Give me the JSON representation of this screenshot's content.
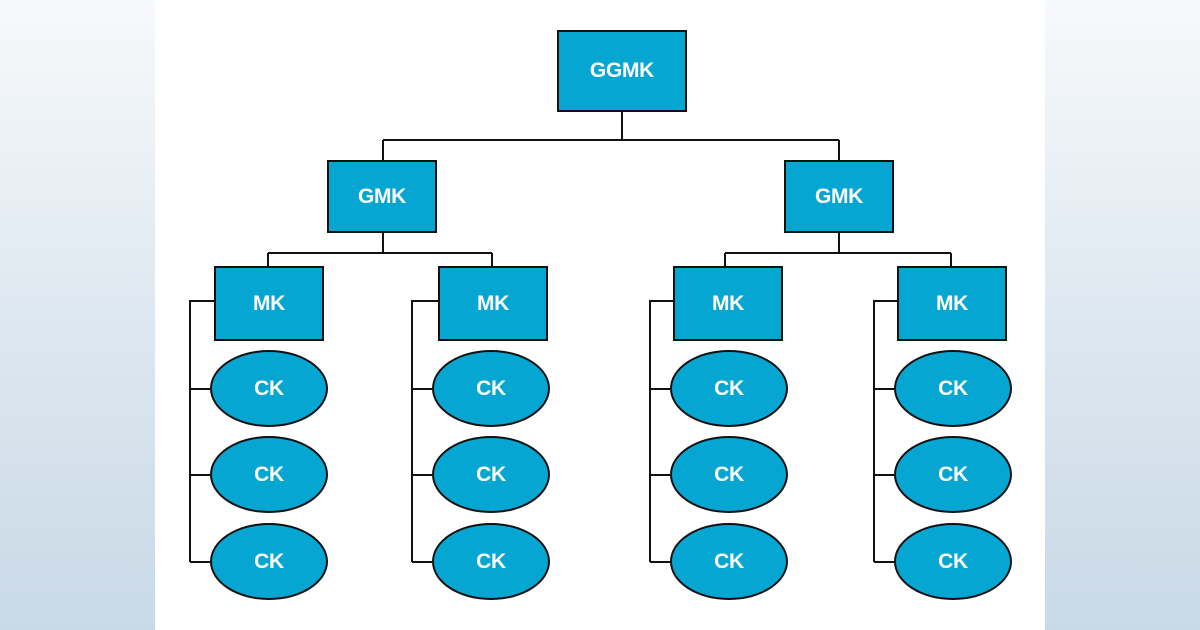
{
  "colors": {
    "node_fill": "#06a6d3",
    "node_border": "#111111",
    "connector": "#111111",
    "label": "#ffffff",
    "canvas": "#ffffff"
  },
  "hierarchy": {
    "root": {
      "label": "GGMK",
      "children": [
        {
          "label": "GMK",
          "children": [
            {
              "label": "MK",
              "children": [
                "CK",
                "CK",
                "CK"
              ]
            },
            {
              "label": "MK",
              "children": [
                "CK",
                "CK",
                "CK"
              ]
            }
          ]
        },
        {
          "label": "GMK",
          "children": [
            {
              "label": "MK",
              "children": [
                "CK",
                "CK",
                "CK"
              ]
            },
            {
              "label": "MK",
              "children": [
                "CK",
                "CK",
                "CK"
              ]
            }
          ]
        }
      ]
    }
  }
}
